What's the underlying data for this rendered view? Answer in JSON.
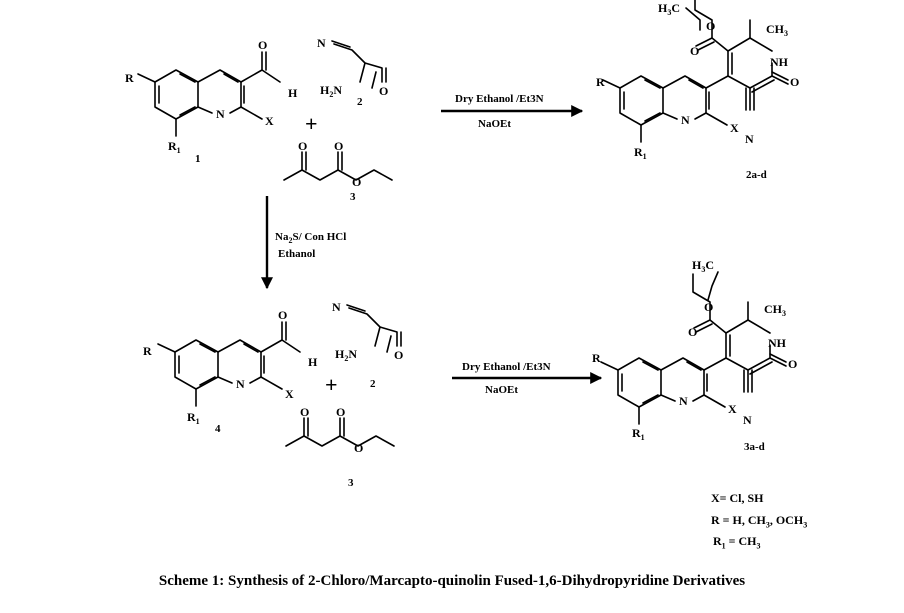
{
  "caption": "Scheme 1: Synthesis of 2-Chloro/Marcapto-quinolin Fused-1,6-Dihydropyridine Derivatives",
  "atoms": {
    "R": "R",
    "R1_main": "R",
    "R1_sub": "1",
    "N": "N",
    "X": "X",
    "H": "H",
    "O": "O",
    "NH": "NH",
    "H2N_H": "H",
    "H2N_sub": "2",
    "H2N_N": "N",
    "H3C_H": "H",
    "H3C_sub": "3",
    "H3C_C": "C",
    "CH3_main": "CH",
    "CH3_sub": "3"
  },
  "compounds": {
    "c1": "1",
    "c2": "2",
    "c3": "3",
    "c4": "4",
    "p2": "2a-d",
    "p3": "3a-d"
  },
  "plus": "+",
  "conditions": {
    "top_line1": "Dry Ethanol /Et3N",
    "top_line2": "NaOEt",
    "down_line1_a": "Na",
    "down_line1_sub": "2",
    "down_line1_b": "S/ Con HCl",
    "down_line2": "Ethanol",
    "bottom_line1": "Dry Ethanol /Et3N",
    "bottom_line2": "NaOEt"
  },
  "legend": {
    "x_line": "X= Cl, SH",
    "r_line_a": "R = H, CH",
    "r_line_sub1": "3",
    "r_line_b": ", OCH",
    "r_line_sub2": "3",
    "r1_line_a": "R",
    "r1_line_sub": "1",
    "r1_line_b": " = CH",
    "r1_line_sub2": "3"
  }
}
